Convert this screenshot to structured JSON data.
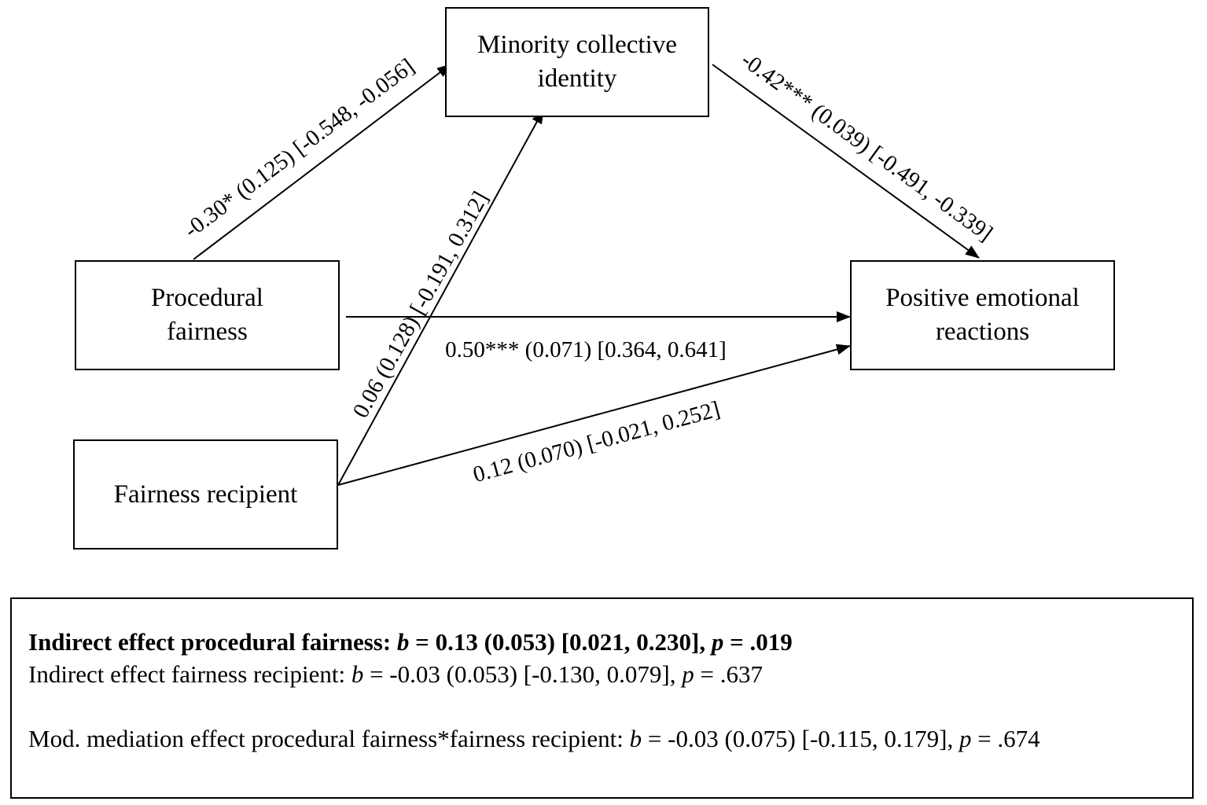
{
  "nodes": {
    "minority_collective_identity": [
      "Minority collective",
      "identity"
    ],
    "procedural_fairness": [
      "Procedural",
      "fairness"
    ],
    "positive_emotional_reactions": [
      "Positive emotional",
      "reactions"
    ],
    "fairness_recipient": [
      "Fairness recipient"
    ]
  },
  "paths": {
    "procedural_to_minority": "-0.30* (0.125) [-0.548, -0.056]",
    "minority_to_positive": "-0.42*** (0.039) [-0.491, -0.339]",
    "recipient_to_minority": "0.06 (0.128) [-0.191, 0.312]",
    "procedural_to_positive": "0.50*** (0.071) [0.364, 0.641]",
    "recipient_to_positive": "0.12 (0.070) [-0.021, 0.252]"
  },
  "summary": {
    "line1": {
      "prefix": "Indirect effect procedural fairness: ",
      "b_symbol": "b",
      "middle": " = 0.13 (0.053) [0.021, 0.230], ",
      "p_symbol": "p",
      "suffix": " = .019"
    },
    "line2": {
      "prefix": "Indirect effect fairness recipient: ",
      "b_symbol": "b",
      "middle": " = -0.03 (0.053) [-0.130, 0.079], ",
      "p_symbol": "p",
      "suffix": " = .637"
    },
    "line3": {
      "prefix": "Mod. mediation effect procedural fairness*fairness recipient: ",
      "b_symbol": "b",
      "middle": " = -0.03 (0.075) [-0.115, 0.179], ",
      "p_symbol": "p",
      "suffix": " = .674"
    }
  }
}
